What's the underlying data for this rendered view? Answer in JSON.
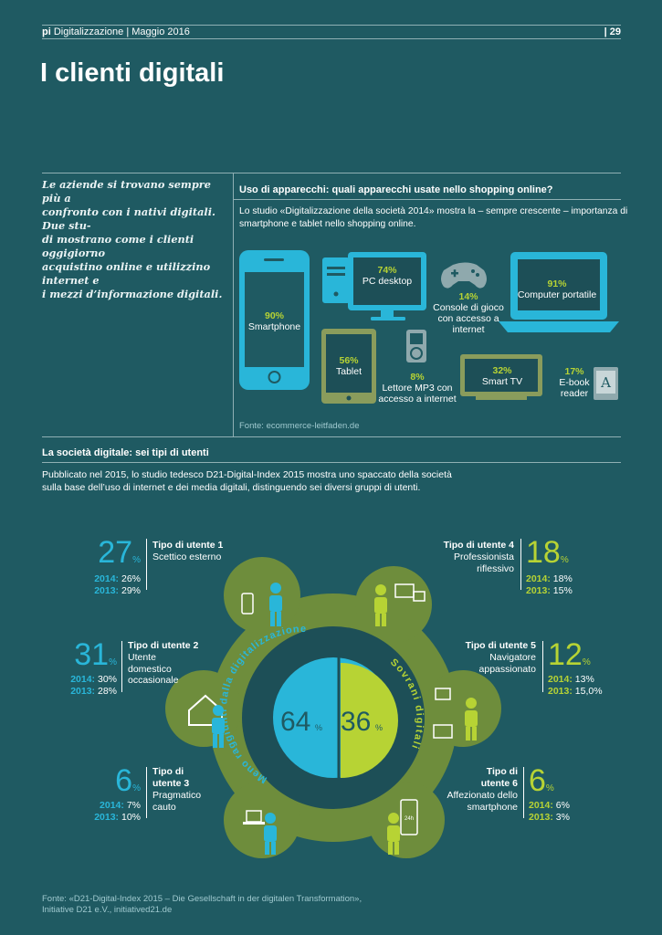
{
  "header": {
    "logo": "pi",
    "section": "Digitalizzazione | Maggio 2016",
    "page": "| 29"
  },
  "title": "I clienti digitali",
  "intro": {
    "lines": [
      "Le aziende si trovano sempre più a",
      "confronto con i nativi digitali. Due stu-",
      "di mostrano come i clienti oggigiorno",
      "acquistino online e utilizzino internet e",
      "i mezzi d’informazione digitali."
    ]
  },
  "devices_section": {
    "heading": "Uso di apparecchi: quali apparecchi usate nello shopping online?",
    "text_lines": [
      "Lo studio «Digitalizzazione della società 2014» mostra la – sempre crescente – importanza di",
      "smartphone e tablet nello shopping online."
    ],
    "devices": [
      {
        "pct": "90%",
        "label": "Smartphone"
      },
      {
        "pct": "74%",
        "label": "PC desktop"
      },
      {
        "pct": "14%",
        "label_lines": [
          "Console di gioco",
          "con accesso a",
          "internet"
        ]
      },
      {
        "pct": "91%",
        "label": "Computer portatile"
      },
      {
        "pct": "56%",
        "label": "Tablet"
      },
      {
        "pct": "8%",
        "label_lines": [
          "Lettore MP3 con",
          "accesso a internet"
        ]
      },
      {
        "pct": "32%",
        "label": "Smart TV"
      },
      {
        "pct": "17%",
        "label_lines": [
          "E-book",
          "reader"
        ]
      }
    ],
    "source": "Fonte: ecommerce-leitfaden.de"
  },
  "users_section": {
    "heading": "La società digitale: sei tipi di utenti",
    "text_lines": [
      "Pubblicato nel 2015, lo studio tedesco D21-Digital-Index 2015 mostra uno spaccato della società",
      "sulla base dell’uso di internet e dei media digitali, distinguendo sei diversi gruppi di utenti."
    ],
    "center": {
      "left_value": "64",
      "right_value": "36",
      "pct": "%",
      "arc_left": "Meno raggiunti dalla digitalizzazione",
      "arc_right": "Sovrani digitali"
    },
    "types": [
      {
        "num": "27",
        "pct": "%",
        "title": "Tipo di utente 1",
        "desc_lines": [
          "Scettico esterno"
        ],
        "y2014": "26%",
        "y2013": "29%"
      },
      {
        "num": "31",
        "pct": "%",
        "title": "Tipo di utente 2",
        "desc_lines": [
          "Utente",
          "domestico",
          "occasionale"
        ],
        "y2014": "30%",
        "y2013": "28%"
      },
      {
        "num": "6",
        "pct": "%",
        "title_lines": [
          "Tipo di",
          "utente 3"
        ],
        "desc_lines": [
          "Pragmatico",
          "cauto"
        ],
        "y2014": "7%",
        "y2013": "10%"
      },
      {
        "num": "18",
        "pct": "%",
        "title": "Tipo di utente 4",
        "desc_lines": [
          "Professionista",
          "riflessivo"
        ],
        "y2014": "18%",
        "y2013": "15%"
      },
      {
        "num": "12",
        "pct": "%",
        "title": "Tipo di utente 5",
        "desc_lines": [
          "Navigatore",
          "appassionato"
        ],
        "y2014": "13%",
        "y2013": "15,0%"
      },
      {
        "num": "6",
        "pct": "%",
        "title_lines": [
          "Tipo di",
          "utente 6"
        ],
        "desc_lines": [
          "Affezionato dello",
          "smartphone"
        ],
        "y2014": "6%",
        "y2013": "3%"
      }
    ],
    "year_2014": "2014:",
    "year_2013": "2013:",
    "phone_label": "24h"
  },
  "footer_source_lines": [
    "Fonte: «D21-Digital-Index 2015 – Die Gesellschaft in der digitalen Transformation»,",
    "Initiative D21 e.V., initiatived21.de"
  ],
  "colors": {
    "background": "#1f5a62",
    "cyan": "#29b6d9",
    "lime": "#b7d334",
    "olive": "#6e8d3c",
    "device_dark": "#1d4f57"
  }
}
